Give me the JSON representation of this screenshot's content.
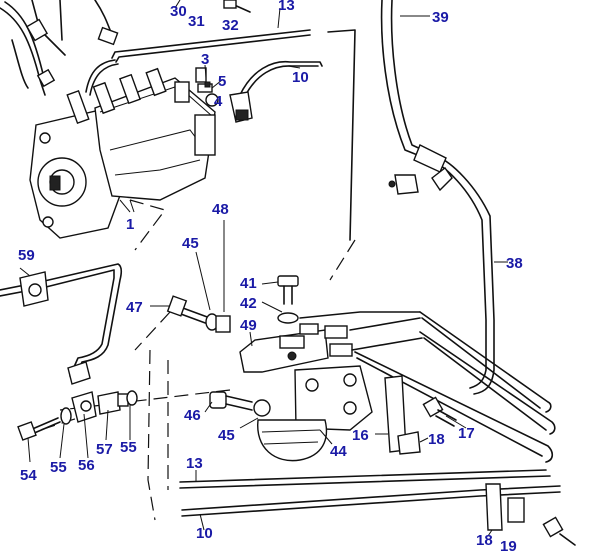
{
  "style": {
    "label_color": "#1a1aa6",
    "line_color": "#111111"
  },
  "labels": [
    {
      "id": "1",
      "text": "1"
    },
    {
      "id": "3",
      "text": "3"
    },
    {
      "id": "4",
      "text": "4"
    },
    {
      "id": "5",
      "text": "5"
    },
    {
      "id": "10a",
      "text": "10"
    },
    {
      "id": "10b",
      "text": "10"
    },
    {
      "id": "13a",
      "text": "13"
    },
    {
      "id": "13b",
      "text": "13"
    },
    {
      "id": "16",
      "text": "16"
    },
    {
      "id": "17",
      "text": "17"
    },
    {
      "id": "18a",
      "text": "18"
    },
    {
      "id": "18b",
      "text": "18"
    },
    {
      "id": "19",
      "text": "19"
    },
    {
      "id": "30",
      "text": "30"
    },
    {
      "id": "31",
      "text": "31"
    },
    {
      "id": "32",
      "text": "32"
    },
    {
      "id": "38",
      "text": "38"
    },
    {
      "id": "39",
      "text": "39"
    },
    {
      "id": "41",
      "text": "41"
    },
    {
      "id": "42",
      "text": "42"
    },
    {
      "id": "44",
      "text": "44"
    },
    {
      "id": "45a",
      "text": "45"
    },
    {
      "id": "45b",
      "text": "45"
    },
    {
      "id": "46",
      "text": "46"
    },
    {
      "id": "47",
      "text": "47"
    },
    {
      "id": "48",
      "text": "48"
    },
    {
      "id": "49",
      "text": "49"
    },
    {
      "id": "54",
      "text": "54"
    },
    {
      "id": "55a",
      "text": "55"
    },
    {
      "id": "55b",
      "text": "55"
    },
    {
      "id": "56",
      "text": "56"
    },
    {
      "id": "57",
      "text": "57"
    },
    {
      "id": "59",
      "text": "59"
    }
  ]
}
